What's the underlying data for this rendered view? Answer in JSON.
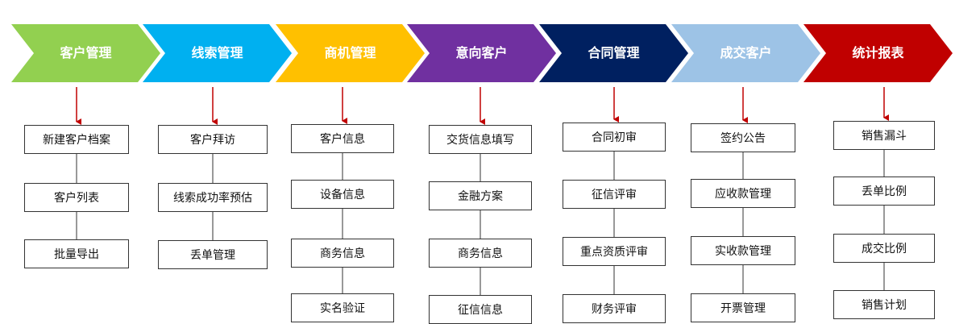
{
  "colors": {
    "stage_fills": [
      "#92d050",
      "#00b0f0",
      "#ffc000",
      "#7030a0",
      "#002060",
      "#9dc3e6",
      "#c00000"
    ],
    "arrow": "#c00000",
    "connector": "#333333"
  },
  "stages": [
    {
      "title": "客户管理",
      "items": [
        "新建客户档案",
        "客户列表",
        "批量导出"
      ]
    },
    {
      "title": "线索管理",
      "items": [
        "客户拜访",
        "线索成功率预估",
        "丢单管理"
      ]
    },
    {
      "title": "商机管理",
      "items": [
        "客户信息",
        "设备信息",
        "商务信息",
        "实名验证"
      ]
    },
    {
      "title": "意向客户",
      "items": [
        "交货信息填写",
        "金融方案",
        "商务信息",
        "征信信息"
      ]
    },
    {
      "title": "合同管理",
      "items": [
        "合同初审",
        "征信评审",
        "重点资质评审",
        "财务评审"
      ]
    },
    {
      "title": "成交客户",
      "items": [
        "签约公告",
        "应收款管理",
        "实收款管理",
        "开票管理"
      ]
    },
    {
      "title": "统计报表",
      "items": [
        "销售漏斗",
        "丢单比例",
        "成交比例",
        "销售计划"
      ]
    }
  ]
}
